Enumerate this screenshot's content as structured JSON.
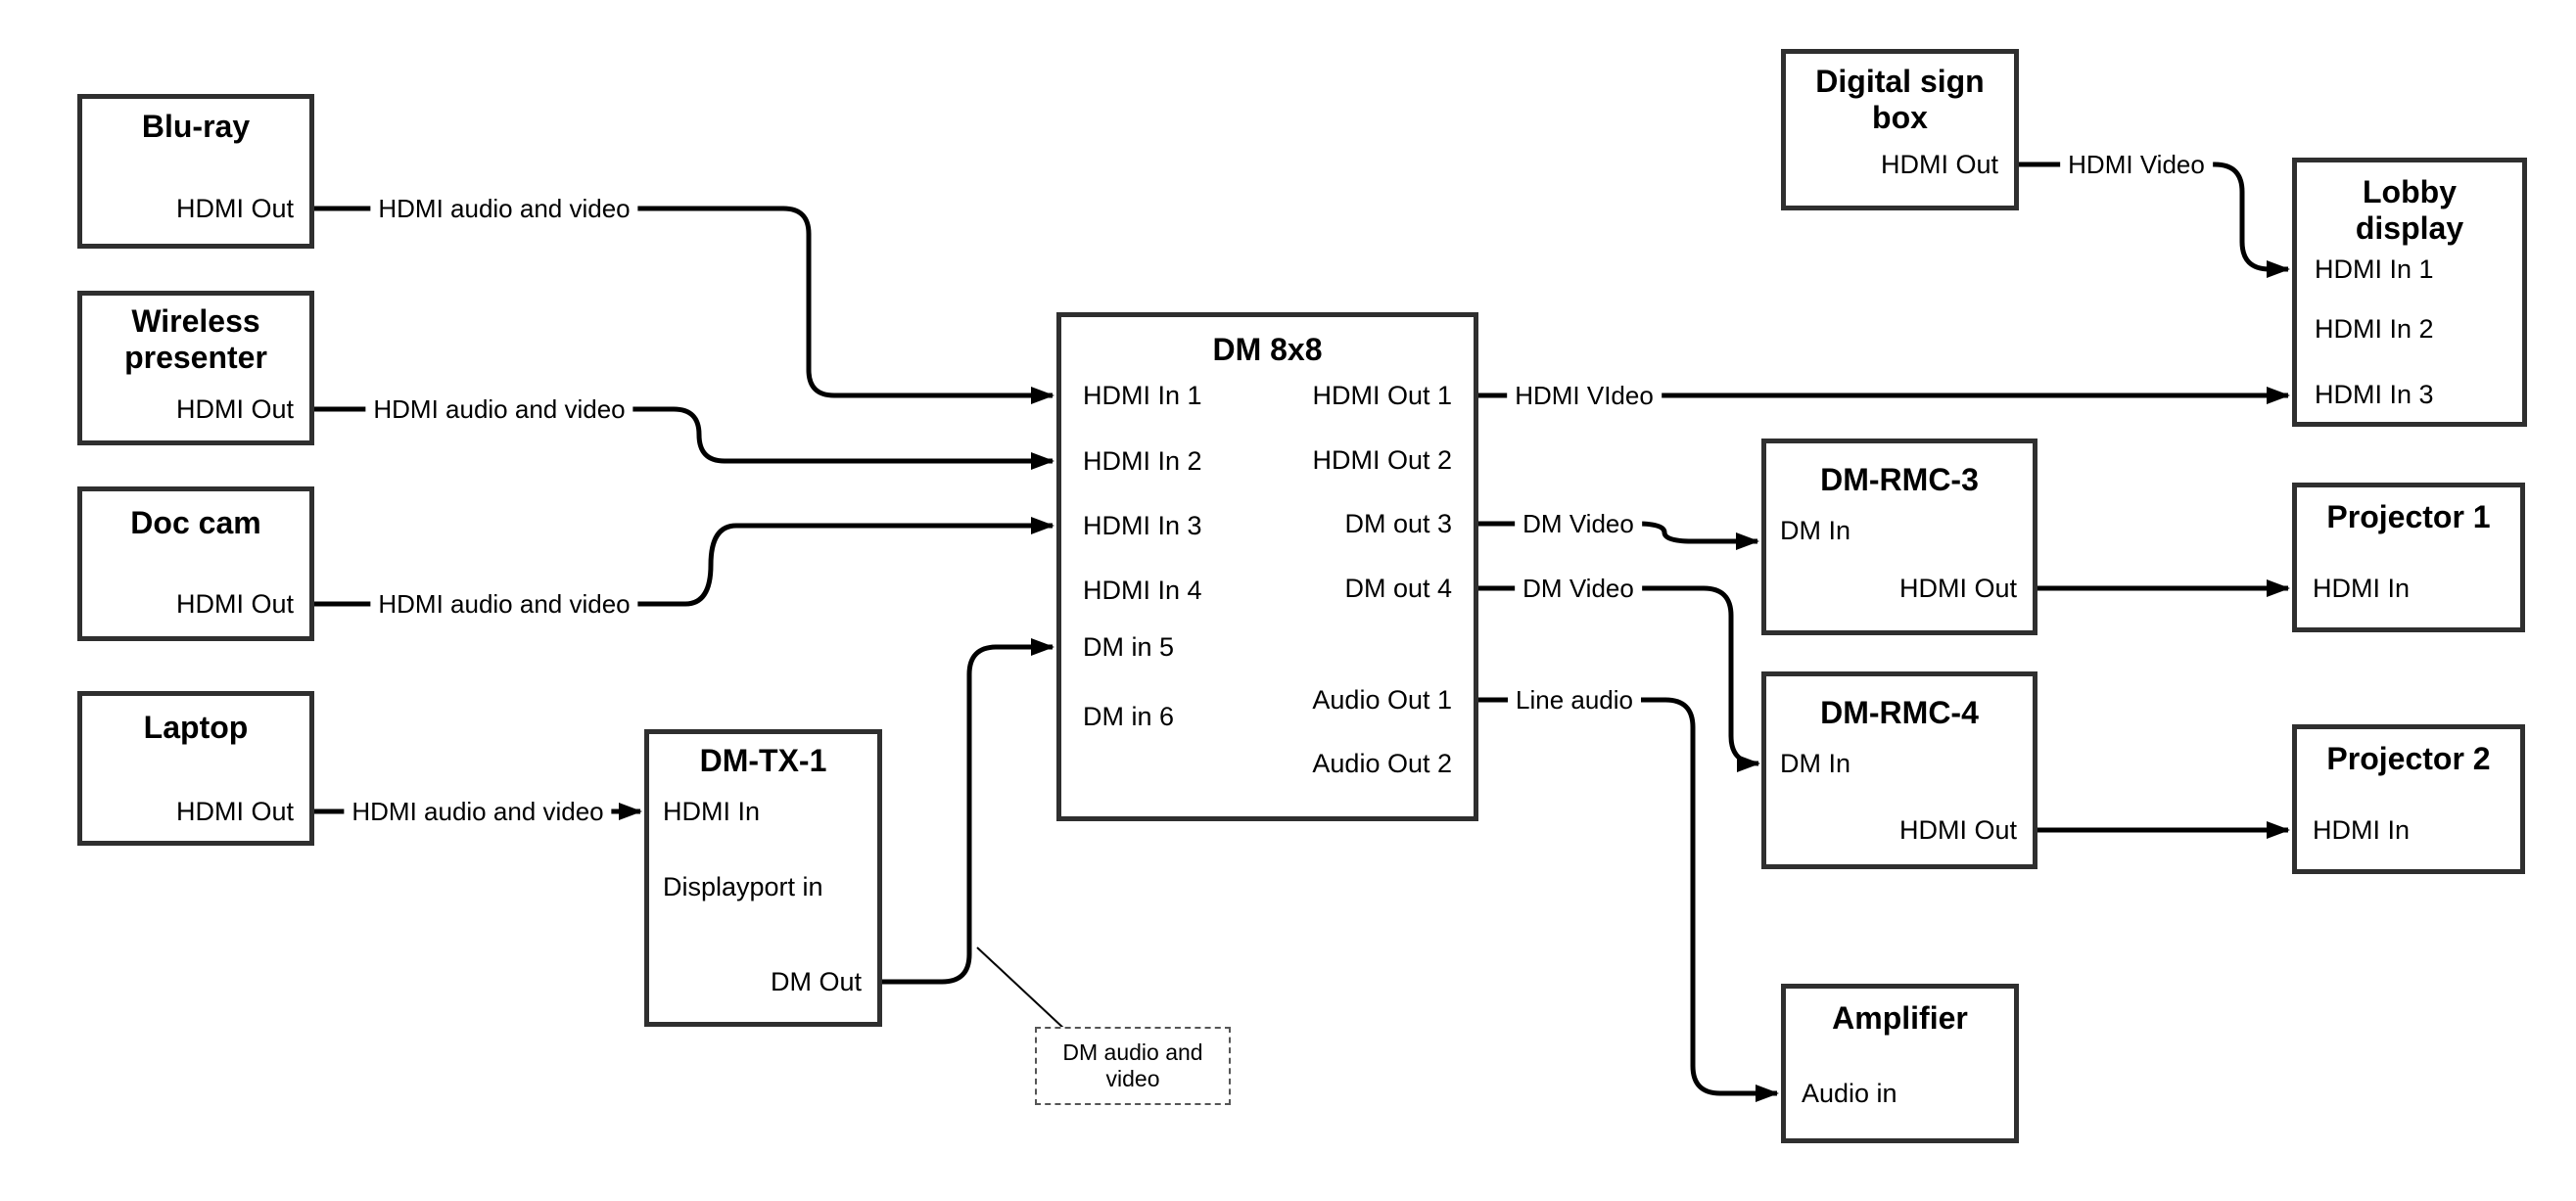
{
  "diagram": {
    "nodes": {
      "bluray": {
        "title": "Blu-ray",
        "port_hdmi_out": "HDMI Out"
      },
      "wireless_presenter": {
        "title": "Wireless\npresenter",
        "port_hdmi_out": "HDMI Out"
      },
      "doc_cam": {
        "title": "Doc cam",
        "port_hdmi_out": "HDMI Out"
      },
      "laptop": {
        "title": "Laptop",
        "port_hdmi_out": "HDMI Out"
      },
      "dm_tx_1": {
        "title": "DM-TX-1",
        "port_hdmi_in": "HDMI In",
        "port_displayport_in": "Displayport in",
        "port_dm_out": "DM Out"
      },
      "dm_8x8": {
        "title": "DM 8x8",
        "inputs": [
          "HDMI In 1",
          "HDMI In 2",
          "HDMI In 3",
          "HDMI In 4",
          "DM in 5",
          "DM in 6"
        ],
        "outputs": [
          "HDMI Out 1",
          "HDMI Out 2",
          "DM out 3",
          "DM out 4",
          "Audio Out 1",
          "Audio Out 2"
        ]
      },
      "digital_sign_box": {
        "title": "Digital sign\nbox",
        "port_hdmi_out": "HDMI Out"
      },
      "lobby_display": {
        "title": "Lobby\ndisplay",
        "inputs": [
          "HDMI In 1",
          "HDMI In 2",
          "HDMI In 3"
        ]
      },
      "dm_rmc_3": {
        "title": "DM-RMC-3",
        "port_dm_in": "DM In",
        "port_hdmi_out": "HDMI Out"
      },
      "projector_1": {
        "title": "Projector 1",
        "port_hdmi_in": "HDMI In"
      },
      "dm_rmc_4": {
        "title": "DM-RMC-4",
        "port_dm_in": "DM In",
        "port_hdmi_out": "HDMI Out"
      },
      "projector_2": {
        "title": "Projector 2",
        "port_hdmi_in": "HDMI In"
      },
      "amplifier": {
        "title": "Amplifier",
        "port_audio_in": "Audio in"
      }
    },
    "edges": [
      {
        "from": "Blu-ray HDMI Out",
        "to": "DM 8x8 HDMI In 1",
        "label": "HDMI audio and video"
      },
      {
        "from": "Wireless presenter HDMI Out",
        "to": "DM 8x8 HDMI In 2",
        "label": "HDMI audio and video"
      },
      {
        "from": "Doc cam HDMI Out",
        "to": "DM 8x8 HDMI In 3",
        "label": "HDMI audio and video"
      },
      {
        "from": "Laptop HDMI Out",
        "to": "DM-TX-1 HDMI In",
        "label": "HDMI audio and video"
      },
      {
        "from": "DM-TX-1 DM Out",
        "to": "DM 8x8 DM in 5",
        "label": ""
      },
      {
        "from": "DM 8x8 HDMI Out 1",
        "to": "Lobby display HDMI In 3",
        "label": "HDMI VIdeo"
      },
      {
        "from": "DM 8x8 DM out 3",
        "to": "DM-RMC-3 DM In",
        "label": "DM Video"
      },
      {
        "from": "DM 8x8 DM out 4",
        "to": "DM-RMC-4 DM In",
        "label": "DM Video"
      },
      {
        "from": "DM 8x8 Audio Out 1",
        "to": "Amplifier Audio in",
        "label": "Line audio"
      },
      {
        "from": "Digital sign box HDMI Out",
        "to": "Lobby display HDMI In 1",
        "label": "HDMI Video"
      },
      {
        "from": "DM-RMC-3 HDMI Out",
        "to": "Projector 1 HDMI In",
        "label": ""
      },
      {
        "from": "DM-RMC-4 HDMI Out",
        "to": "Projector 2 HDMI In",
        "label": ""
      }
    ],
    "note": {
      "text": "DM audio and\nvideo"
    }
  }
}
